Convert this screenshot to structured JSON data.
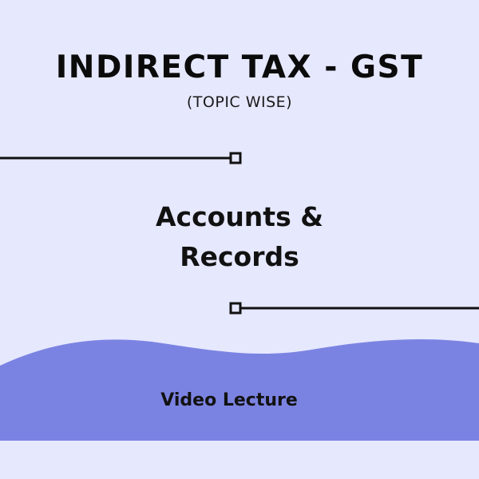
{
  "poster": {
    "title": "INDIRECT TAX - GST",
    "subtitle": "(TOPIC WISE)",
    "topic_line1": "Accounts &",
    "topic_line2": "Records",
    "footer_label": "Video Lecture"
  },
  "colors": {
    "background": "#e6e8fe",
    "wave_fill": "#7b83e2",
    "text": "#111111",
    "connector": "#111111"
  }
}
